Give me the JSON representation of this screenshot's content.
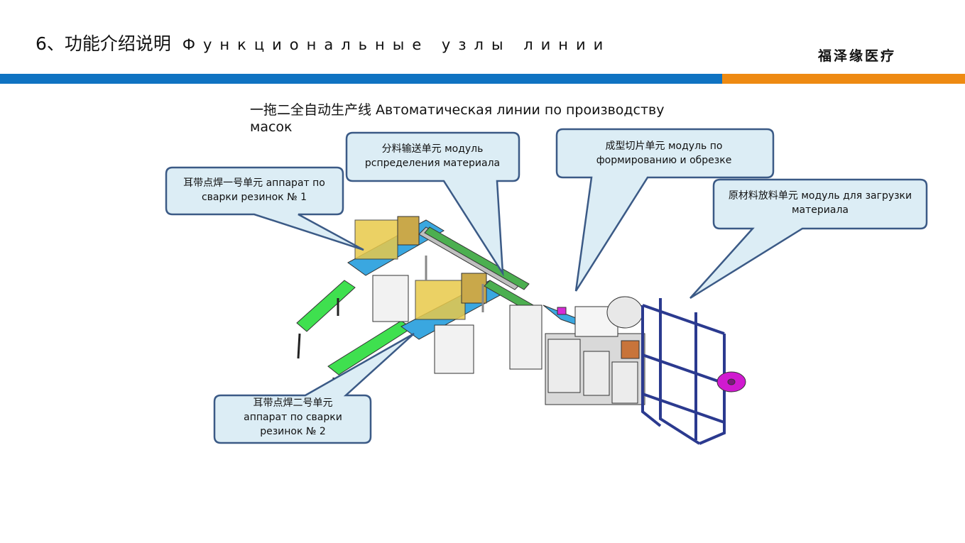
{
  "header": {
    "title_cn": "6、功能介绍说明",
    "title_ru": "Функциональные узлы линии",
    "brand": "福泽缘医疗"
  },
  "colors": {
    "band_blue": "#0f73c2",
    "band_orange": "#ee8a12",
    "callout_fill": "#dcedf5",
    "callout_stroke": "#3b5a86"
  },
  "subtitle": "一拖二全自动生产线 Автоматическая линии по производству масок",
  "callouts": {
    "feed": "分料输送单元 модуль рспределения материала",
    "forming": "成型切片单元 модуль по формированию и обрезке",
    "welding1": "耳带点焊一号单元 аппарат по сварки резинок № 1",
    "raw": "原材料放料单元 модуль для загрузки материала",
    "welding2": "耳带点焊二号单元 аппарат по сварки резинок № 2"
  }
}
